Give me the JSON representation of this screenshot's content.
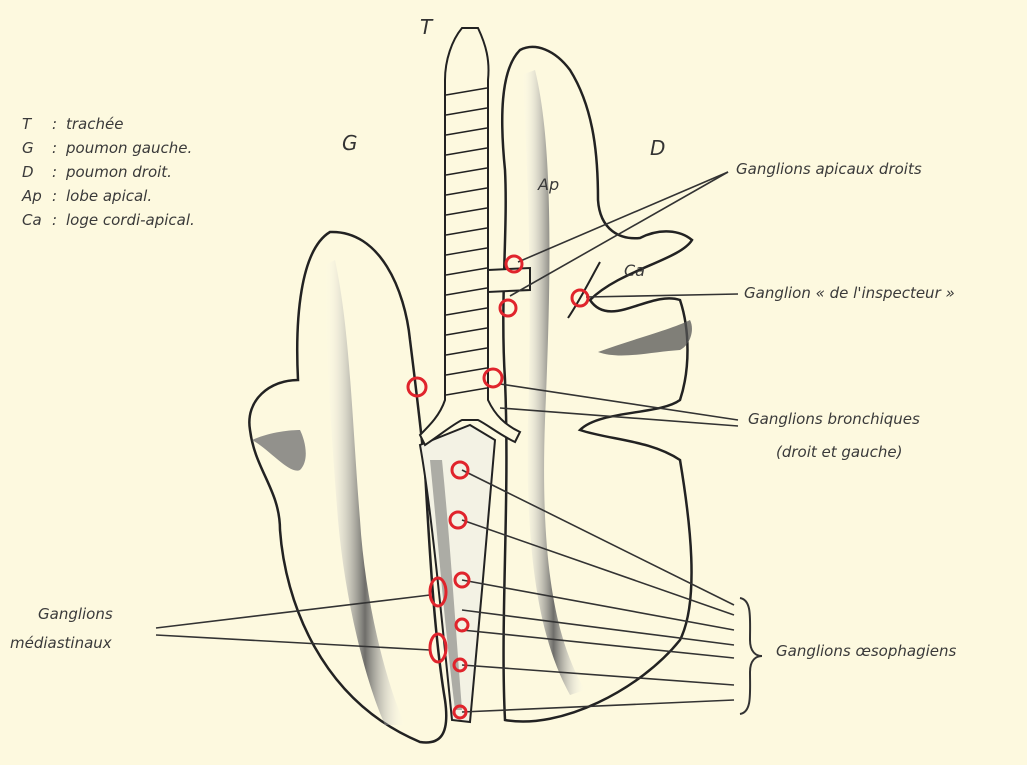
{
  "legend": [
    {
      "key": "T",
      "text": "trachée"
    },
    {
      "key": "G",
      "text": "poumon gauche."
    },
    {
      "key": "D",
      "text": "poumon droit."
    },
    {
      "key": "Ap",
      "text": "lobe apical."
    },
    {
      "key": "Ca",
      "text": "loge cordi-apical."
    }
  ],
  "figure_letters": {
    "trachea": "T",
    "left_lung": "G",
    "right_lung": "D",
    "apical_lobe": "Ap",
    "cardiac_lodge": "Ca"
  },
  "callouts": {
    "apical": "Ganglions apicaux droits",
    "inspector": "Ganglion « de l'inspecteur »",
    "bronchial_line1": "Ganglions bronchiques",
    "bronchial_line2": "(droit et gauche)",
    "mediastinal_line1": "Ganglions",
    "mediastinal_line2": "médiastinaux",
    "esophageal": "Ganglions œsophagiens"
  },
  "colors": {
    "node_red": "#e0242c",
    "ink": "#333333",
    "shade": "#6b6b6b",
    "paper": "#fdf9df"
  }
}
